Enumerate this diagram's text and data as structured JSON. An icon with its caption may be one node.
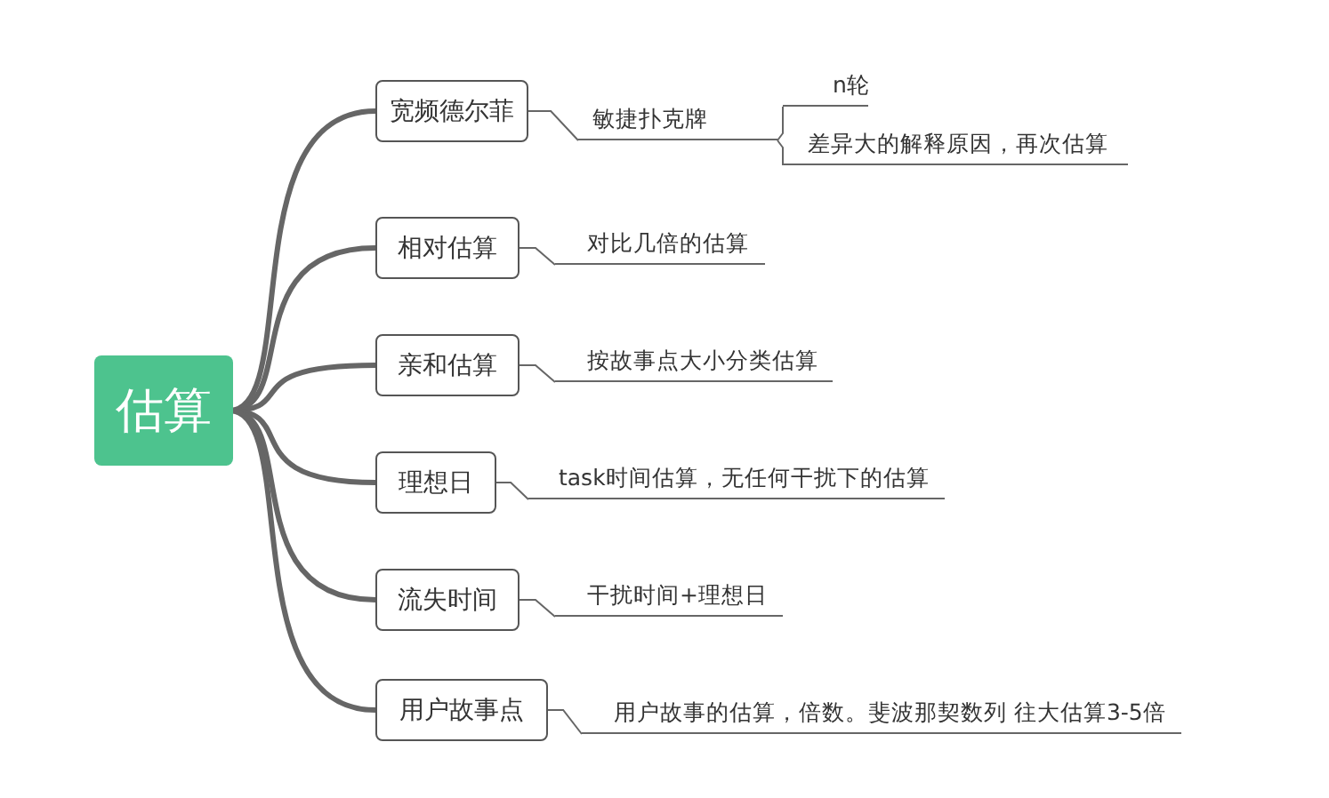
{
  "diagram": {
    "nodes": [
      {
        "text": [
          "估算"
        ]
      },
      {
        "text": [
          "宽频德尔菲"
        ]
      },
      {
        "text": [
          "敏捷扑克牌"
        ]
      },
      {
        "text": [
          "n轮"
        ]
      },
      {
        "text": [
          "差异大的解释原因，再次估算"
        ]
      },
      {
        "text": [
          "相对估算"
        ]
      },
      {
        "text": [
          "对比几倍的估算"
        ]
      },
      {
        "text": [
          "亲和估算"
        ]
      },
      {
        "text": [
          "按故事点大小分类估算"
        ]
      },
      {
        "text": [
          "理想日"
        ]
      },
      {
        "text": [
          "task时间估算，无任何干扰下的估算"
        ]
      },
      {
        "text": [
          "流失时间"
        ]
      },
      {
        "text": [
          "干扰时间+理想日"
        ]
      },
      {
        "text": [
          "用户故事点"
        ]
      },
      {
        "text": [
          "用户故事的估算，倍数。斐波那契数列 往大估算3-5倍"
        ]
      }
    ],
    "edges": [
      {
        "from": 0,
        "to": 1,
        "arrow": "none",
        "style": "thick"
      },
      {
        "from": 0,
        "to": 5,
        "arrow": "none",
        "style": "thick"
      },
      {
        "from": 0,
        "to": 7,
        "arrow": "none",
        "style": "thick"
      },
      {
        "from": 0,
        "to": 9,
        "arrow": "none",
        "style": "thick"
      },
      {
        "from": 0,
        "to": 11,
        "arrow": "none",
        "style": "thick"
      },
      {
        "from": 0,
        "to": 13,
        "arrow": "none",
        "style": "thick"
      },
      {
        "from": 1,
        "to": 2,
        "arrow": "none"
      },
      {
        "from": 2,
        "to": 3,
        "arrow": "none"
      },
      {
        "from": 2,
        "to": 4,
        "arrow": "none"
      },
      {
        "from": 5,
        "to": 6,
        "arrow": "none"
      },
      {
        "from": 7,
        "to": 8,
        "arrow": "none"
      },
      {
        "from": 9,
        "to": 10,
        "arrow": "none"
      },
      {
        "from": 11,
        "to": 12,
        "arrow": "none"
      },
      {
        "from": 13,
        "to": 14,
        "arrow": "none"
      }
    ]
  }
}
